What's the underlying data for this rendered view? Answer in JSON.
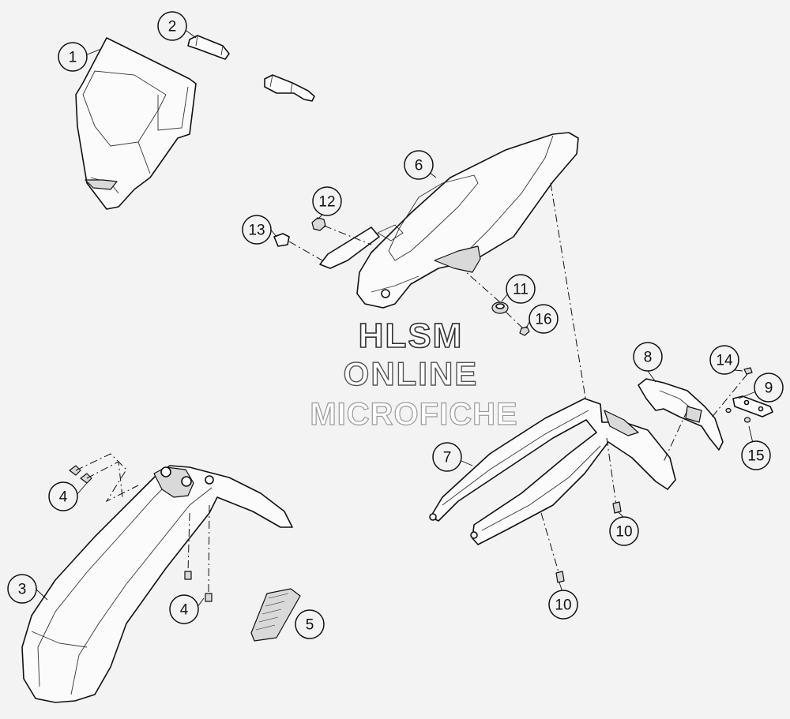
{
  "watermark": {
    "line1": "HLSM",
    "line2": "ONLINE",
    "line3": "MICROFICHE"
  },
  "callouts": [
    {
      "id": "c1",
      "label": "1"
    },
    {
      "id": "c2",
      "label": "2"
    },
    {
      "id": "c3",
      "label": "3"
    },
    {
      "id": "c4a",
      "label": "4"
    },
    {
      "id": "c4b",
      "label": "4"
    },
    {
      "id": "c5",
      "label": "5"
    },
    {
      "id": "c6",
      "label": "6"
    },
    {
      "id": "c7",
      "label": "7"
    },
    {
      "id": "c8",
      "label": "8"
    },
    {
      "id": "c9",
      "label": "9"
    },
    {
      "id": "c10a",
      "label": "10"
    },
    {
      "id": "c10b",
      "label": "10"
    },
    {
      "id": "c11",
      "label": "11"
    },
    {
      "id": "c12",
      "label": "12"
    },
    {
      "id": "c13",
      "label": "13"
    },
    {
      "id": "c14",
      "label": "14"
    },
    {
      "id": "c15",
      "label": "15"
    },
    {
      "id": "c16",
      "label": "16"
    }
  ]
}
